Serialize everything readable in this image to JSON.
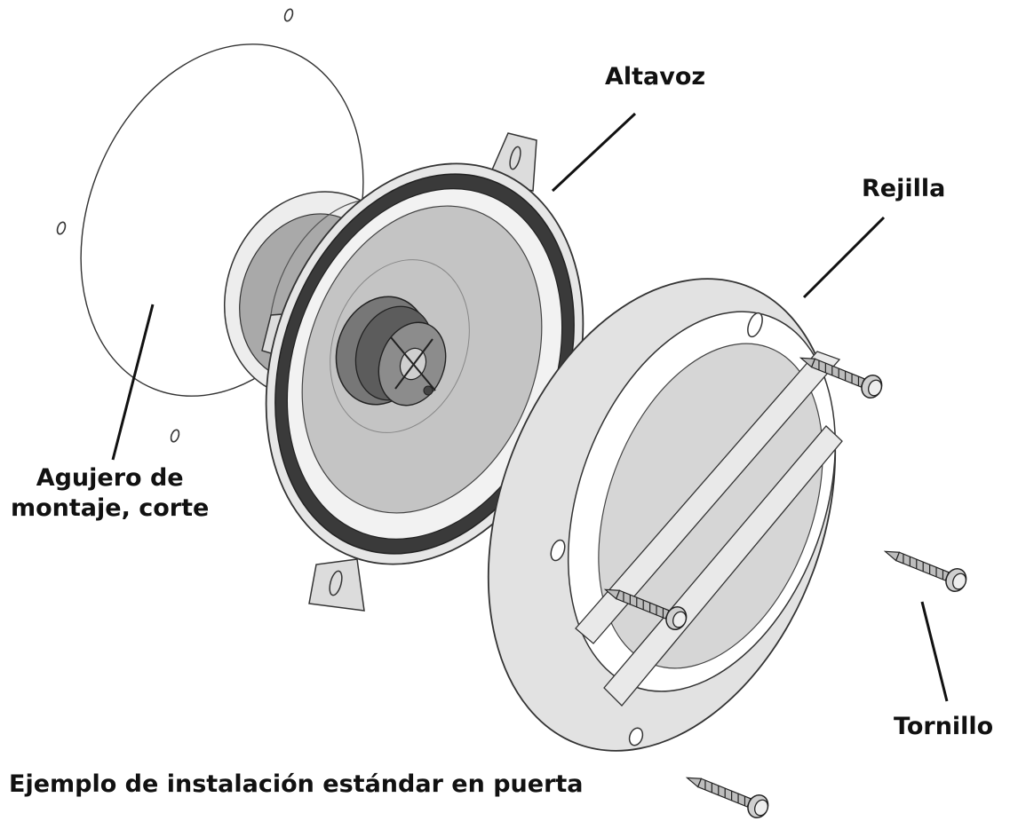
{
  "labels": {
    "speaker": "Altavoz",
    "grille": "Rejilla",
    "mounting_hole_line1": "Agujero de",
    "mounting_hole_line2": "montaje, corte",
    "screw": "Tornillo"
  },
  "caption": "Ejemplo de instalación estándar en puerta",
  "colors": {
    "outline": "#333333",
    "surround": "#3a3a3a",
    "cone": "#c4c4c4",
    "frame": "#e6e6e6",
    "magnet": "#a9a9a9",
    "grille_fill": "#e2e2e2"
  }
}
